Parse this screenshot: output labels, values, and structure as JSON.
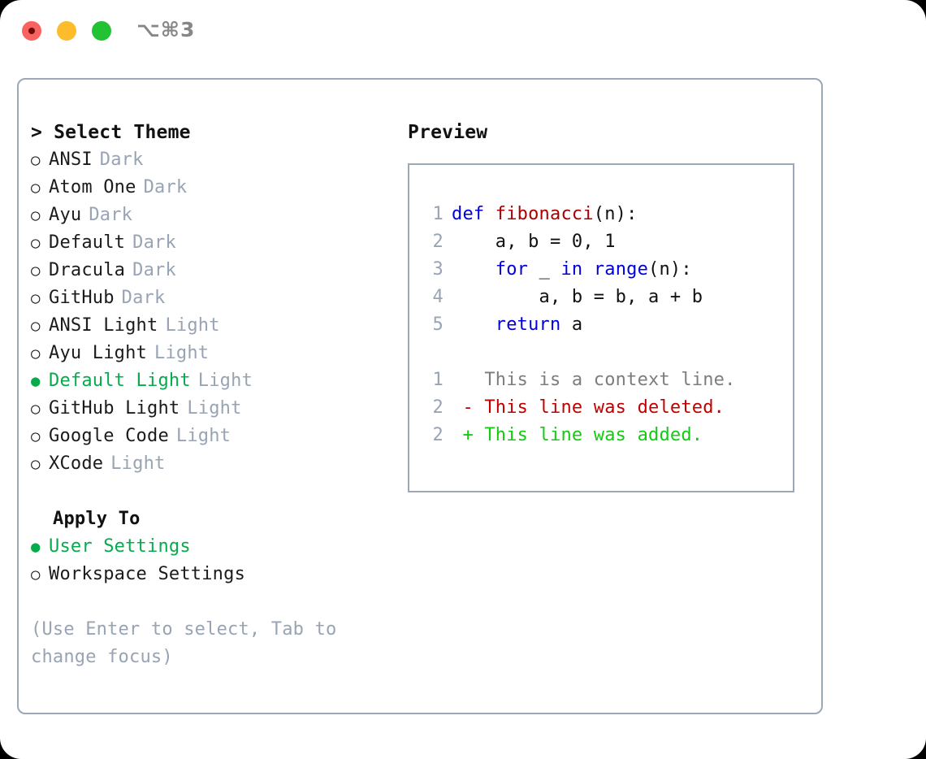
{
  "window": {
    "traffic_lights": [
      "close-red",
      "minimize-yellow",
      "maximize-green"
    ],
    "shortcut_label": "⌥⌘3"
  },
  "theme_list": {
    "header": "> Select Theme",
    "header_prompt": ">",
    "unselected_bullet": "○",
    "selected_bullet": "●",
    "selected_color": "#06ab4c",
    "tag_color": "#98a4b3",
    "items": [
      {
        "bullet": "○",
        "label": "ANSI",
        "tag": "Dark",
        "selected": false
      },
      {
        "bullet": "○",
        "label": "Atom One",
        "tag": "Dark",
        "selected": false
      },
      {
        "bullet": "○",
        "label": "Ayu",
        "tag": "Dark",
        "selected": false
      },
      {
        "bullet": "○",
        "label": "Default",
        "tag": "Dark",
        "selected": false
      },
      {
        "bullet": "○",
        "label": "Dracula",
        "tag": "Dark",
        "selected": false
      },
      {
        "bullet": "○",
        "label": "GitHub",
        "tag": "Dark",
        "selected": false
      },
      {
        "bullet": "○",
        "label": "ANSI Light",
        "tag": "Light",
        "selected": false
      },
      {
        "bullet": "○",
        "label": "Ayu Light",
        "tag": "Light",
        "selected": false
      },
      {
        "bullet": "●",
        "label": "Default Light",
        "tag": "Light",
        "selected": true
      },
      {
        "bullet": "○",
        "label": "GitHub Light",
        "tag": "Light",
        "selected": false
      },
      {
        "bullet": "○",
        "label": "Google Code",
        "tag": "Light",
        "selected": false
      },
      {
        "bullet": "○",
        "label": "XCode",
        "tag": "Light",
        "selected": false
      }
    ]
  },
  "apply_to": {
    "header": "Apply To",
    "items": [
      {
        "bullet": "●",
        "label": "User Settings",
        "selected": true
      },
      {
        "bullet": "○",
        "label": "Workspace Settings",
        "selected": false
      }
    ]
  },
  "hint": "(Use Enter to select, Tab to change focus)",
  "preview": {
    "title": "Preview",
    "code_lines": [
      {
        "number": "1",
        "tokens": [
          {
            "text": "def ",
            "kind": "kw"
          },
          {
            "text": "fibonacci",
            "kind": "fn"
          },
          {
            "text": "(n):",
            "kind": "pun"
          }
        ]
      },
      {
        "number": "2",
        "tokens": [
          {
            "text": "    a, b = 0, 1",
            "kind": "plain"
          }
        ]
      },
      {
        "number": "3",
        "tokens": [
          {
            "text": "    ",
            "kind": "plain"
          },
          {
            "text": "for",
            "kind": "kw"
          },
          {
            "text": " _ ",
            "kind": "plain"
          },
          {
            "text": "in",
            "kind": "kw"
          },
          {
            "text": " ",
            "kind": "plain"
          },
          {
            "text": "range",
            "kind": "kw"
          },
          {
            "text": "(n):",
            "kind": "pun"
          }
        ]
      },
      {
        "number": "4",
        "tokens": [
          {
            "text": "        a, b = b, a + b",
            "kind": "plain"
          }
        ]
      },
      {
        "number": "5",
        "tokens": [
          {
            "text": "    ",
            "kind": "plain"
          },
          {
            "text": "return",
            "kind": "kw"
          },
          {
            "text": " a",
            "kind": "plain"
          }
        ]
      }
    ],
    "diff_lines": [
      {
        "number": "1",
        "marker": " ",
        "text": "This is a context line.",
        "kind": "context"
      },
      {
        "number": "2",
        "marker": "-",
        "text": "This line was deleted.",
        "kind": "deleted"
      },
      {
        "number": "2",
        "marker": "+",
        "text": "This line was added.",
        "kind": "added"
      }
    ],
    "diff_colors": {
      "context": "#7d7d7d",
      "deleted": "#c30000",
      "added": "#11cc11"
    },
    "syntax_colors": {
      "keyword": "#0000dd",
      "function": "#aa0000",
      "punctuation": "#111111",
      "line_number": "#98a4b3"
    }
  }
}
